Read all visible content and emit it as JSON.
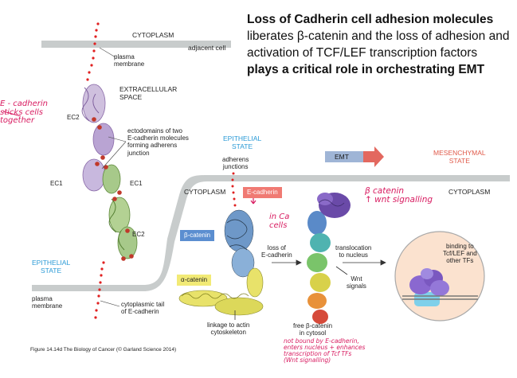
{
  "heading": {
    "bold1": "Loss of Cadherin cell adhesion molecules",
    "normal1": " liberates β-catenin and the loss of adhesion and activation of TCF/LEF transcription factors ",
    "bold2": "plays a critical role in orchestrating EMT"
  },
  "left_panel": {
    "cytoplasm": "CYTOPLASM",
    "adjacent_cell": "adjacent cell",
    "plasma_membrane_top": "plasma\nmembrane",
    "extracellular_space": "EXTRACELLULAR\nSPACE",
    "ectodomains": "ectodomains of two\nE-cadherin molecules\nforming adherens\njunction",
    "ec2_top": "EC2",
    "ec1_left": "EC1",
    "ec1_right": "EC1",
    "ec2_bottom": "EC2",
    "epithelial_state": "EPITHELIAL\nSTATE",
    "plasma_membrane_bottom": "plasma\nmembrane",
    "cytoplasmic_tail": "cytoplasmic tail\nof E-cadherin"
  },
  "right_panel": {
    "epithelial_state": "EPITHELIAL\nSTATE",
    "adherens_junctions": "adherens\njunctions",
    "emt": "EMT",
    "mesenchymal_state": "MESENCHYMAL\nSTATE",
    "cytoplasm_left": "CYTOPLASM",
    "cytoplasm_right": "CYTOPLASM",
    "e_cadherin": "E-cadherin",
    "beta_catenin": "β-catenin",
    "alpha_catenin": "α-catenin",
    "loss_of_ecadherin": "loss of\nE-cadherin",
    "translocation": "translocation\nto nucleus",
    "binding": "binding to\nTcf/LEF and\nother TFs",
    "wnt_signals": "Wnt\nsignals",
    "linkage": "linkage to actin\ncytoskeleton",
    "free_beta_catenin": "free β-catenin\nin cytosol"
  },
  "caption": "Figure 14.14d The Biology of Cancer (© Garland Science 2014)",
  "handwritten": {
    "left_note": "E - cadherin\nsticks cells\ntogether",
    "in_ca_cells": "in Ca\ncells",
    "beta_catenin_note": "β catenin\n↑ wnt signalling",
    "bottom_note": "not bound by E-cadherin,\nenters nucleus + enhances\ntranscription of Tcf TFs\n(Wnt signalling)"
  },
  "colors": {
    "membrane": "#c8cccc",
    "epithelial_blue": "#2a9ad6",
    "mesenchymal_red": "#e05a4a",
    "emt_arrow": "#e3685f",
    "emt_box": "#9fb5d6",
    "ecad_tag": "#f07a73",
    "bcat_tag": "#5b8ed0",
    "acat_tag": "#f2ea76",
    "nucleus": "#fbe2cf",
    "handwriting": "#d81b60"
  }
}
